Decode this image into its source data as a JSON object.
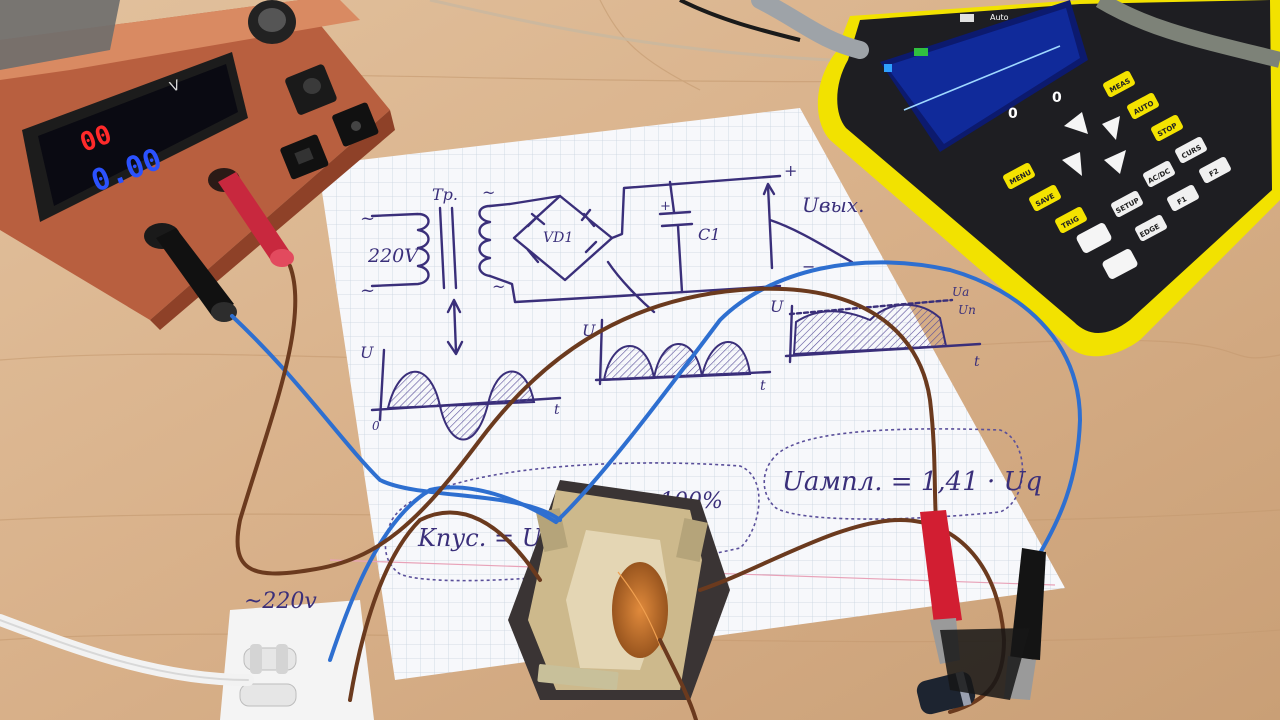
{
  "psu": {
    "voltage_reading": "00",
    "current_reading": "0.00",
    "display_unit": "V"
  },
  "schematic": {
    "transformer_label": "Tp.",
    "input_voltage": "220V",
    "ac_symbol": "~",
    "diode_label": "VD1",
    "capacitor_label": "C1",
    "plus_sign": "+",
    "minus_sign": "−",
    "output_label": "Uвых.",
    "axis_u": "U",
    "axis_t": "t",
    "axis_zero": "0",
    "u_a_label": "Uа",
    "u_p_label": "Uп"
  },
  "formulas": {
    "amplitude": "Uампл. = 1,41 · Uq",
    "ripple_left": "Kпус. = U",
    "ripple_right": "100%"
  },
  "terminal_tag": "~220v",
  "scope": {
    "status_text": "Auto",
    "readout_left": "0",
    "readout_right": "0",
    "buttons": [
      "MENU",
      "SAVE",
      "TRIG",
      "MEAS",
      "AUTO",
      "STOP",
      "CURS",
      "AC/DC",
      "SETUP",
      "EDGE",
      "F1",
      "F2"
    ]
  },
  "colors": {
    "desk": "#d9b48c",
    "psu_case": "#c8694a",
    "scope_case": "#f2e200",
    "ink": "#3a2f7a",
    "display_blue": "#2b52ff",
    "display_red": "#ff2a2a"
  }
}
